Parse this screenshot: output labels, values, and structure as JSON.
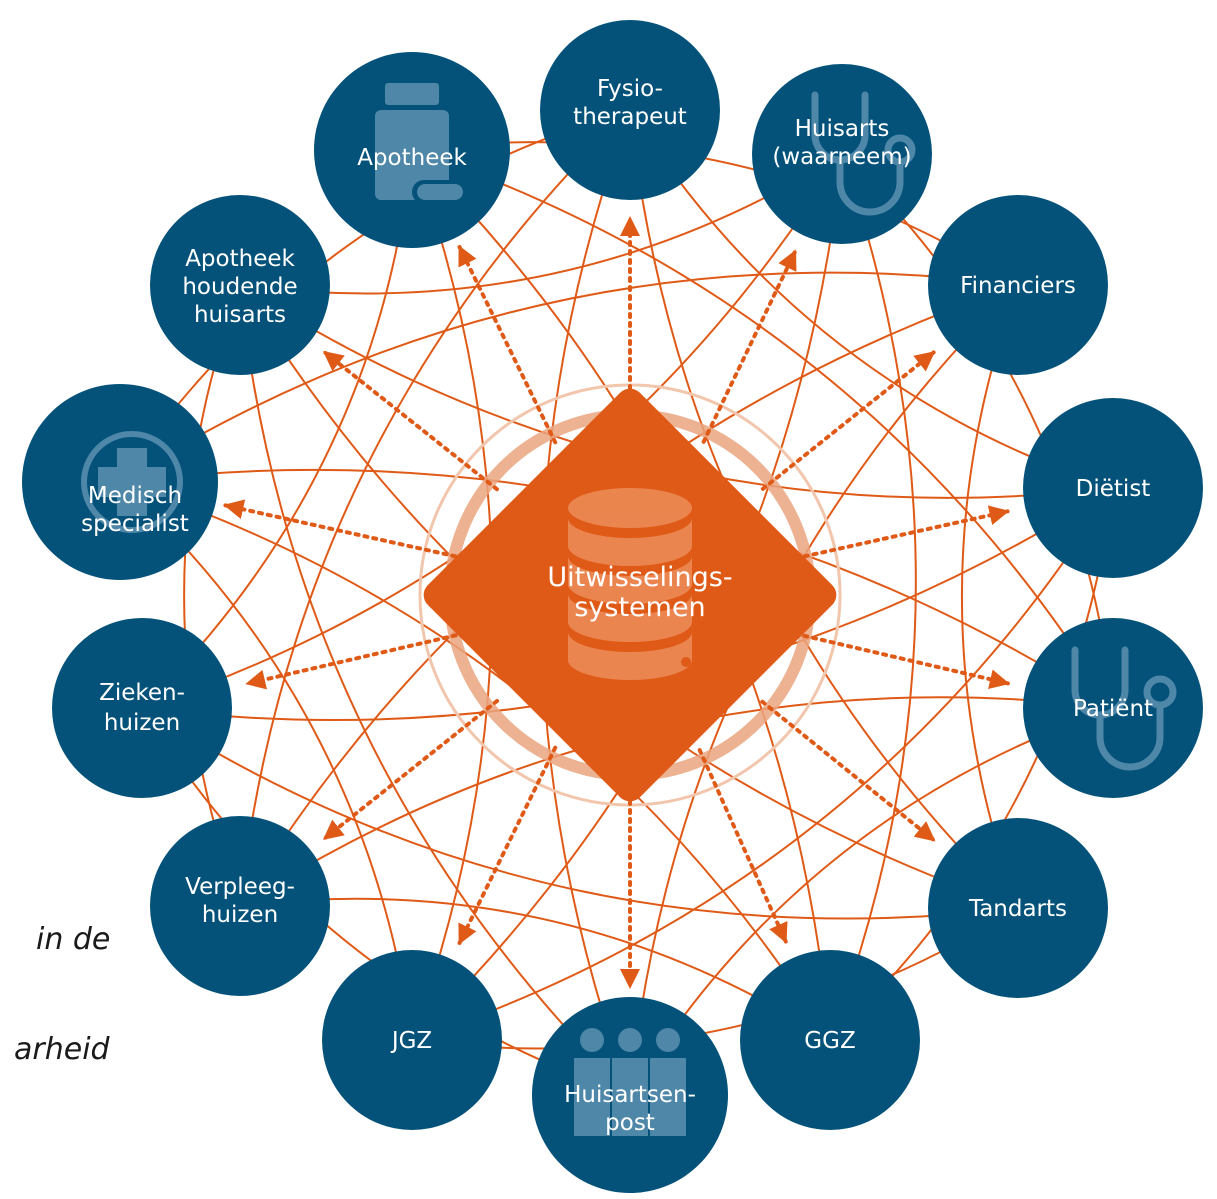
{
  "colors": {
    "node": "#04527a",
    "accent": "#e05a17",
    "accent_light": "#f2c6ad",
    "icon": "#4e87a8",
    "text": "#ffffff"
  },
  "hub": {
    "lines": [
      "Uitwisselings-",
      "systemen"
    ],
    "icon": "database-icon"
  },
  "side_text": [
    "in de",
    "arheid"
  ],
  "nodes": [
    {
      "id": "fysiotherapeut",
      "lines": [
        "Fysio-",
        "therapeut"
      ],
      "icon": null
    },
    {
      "id": "huisarts-waarneem",
      "lines": [
        "Huisarts",
        "(waarneem)"
      ],
      "icon": "stethoscope-icon"
    },
    {
      "id": "financiers",
      "lines": [
        "Financiers"
      ],
      "icon": null
    },
    {
      "id": "dietist",
      "lines": [
        "Diëtist"
      ],
      "icon": null
    },
    {
      "id": "patient",
      "lines": [
        "Patiënt"
      ],
      "icon": "stethoscope-icon"
    },
    {
      "id": "tandarts",
      "lines": [
        "Tandarts"
      ],
      "icon": null
    },
    {
      "id": "ggz",
      "lines": [
        "GGZ"
      ],
      "icon": null
    },
    {
      "id": "huisartsenpost",
      "lines": [
        "Huisartsen-",
        "post"
      ],
      "icon": "people-icon"
    },
    {
      "id": "jgz",
      "lines": [
        "JGZ"
      ],
      "icon": null
    },
    {
      "id": "verpleeghuizen",
      "lines": [
        "Verpleeg-",
        "huizen"
      ],
      "icon": null
    },
    {
      "id": "ziekenhuizen",
      "lines": [
        "Zieken-",
        "huizen"
      ],
      "icon": null
    },
    {
      "id": "medisch-specialist",
      "lines": [
        "Medisch",
        "specialist"
      ],
      "icon": "medical-cross-icon"
    },
    {
      "id": "apotheek-houdende-huisarts",
      "lines": [
        "Apotheek",
        "houdende",
        "huisarts"
      ],
      "icon": null
    },
    {
      "id": "apotheek",
      "lines": [
        "Apotheek"
      ],
      "icon": "pill-bottle-icon"
    }
  ]
}
